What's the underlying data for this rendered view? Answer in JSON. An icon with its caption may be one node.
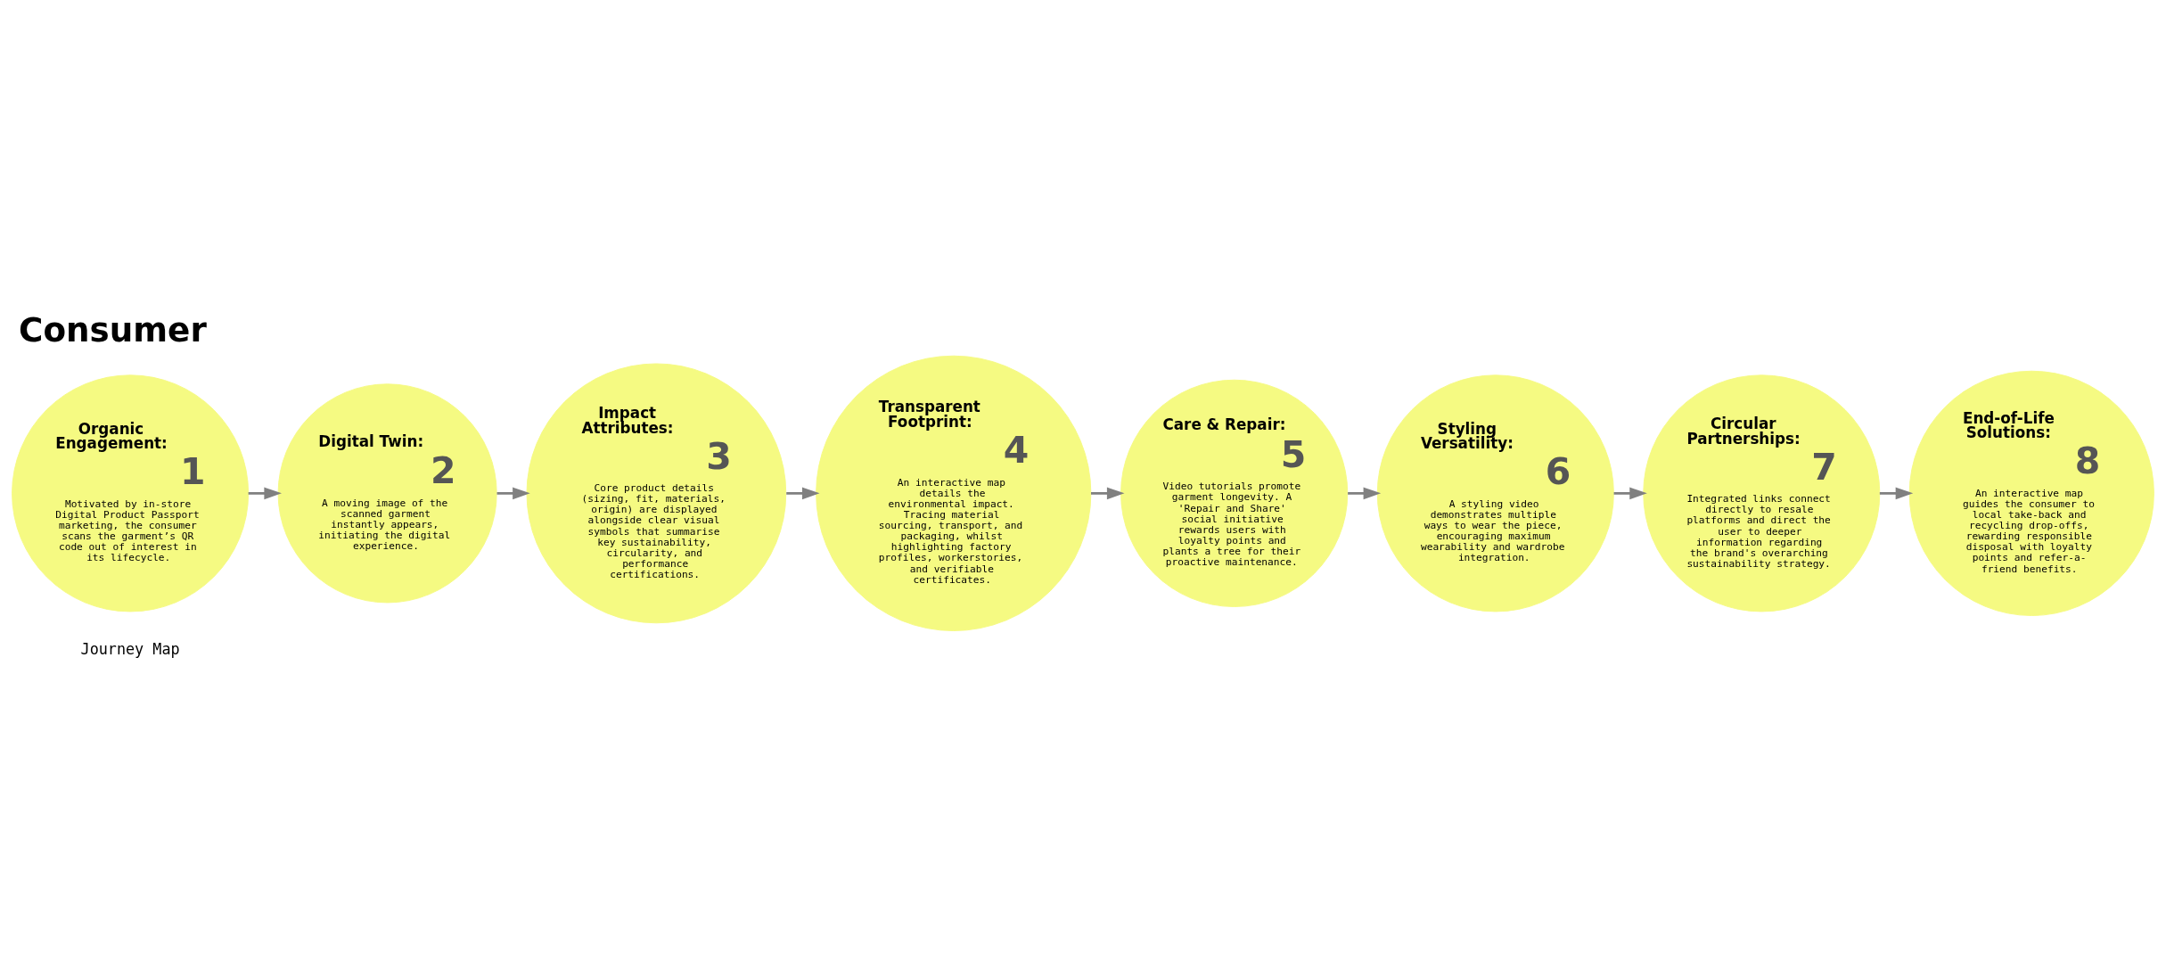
{
  "diagram": {
    "title": "Consumer",
    "nodes": [
      {
        "text": [
          "Organic Engagement:",
          "1",
          "Motivated by in-store Digital Product Passport marketing, the consumer scans the garment’s QR code out of interest in its lifecycle."
        ]
      },
      {
        "text": [
          "Digital Twin:",
          "2",
          "A moving image of the scanned garment instantly appears, initiating the digital experience."
        ]
      },
      {
        "text": [
          "Impact Attributes:",
          "3",
          "Core product details (sizing, fit, materials, origin) are displayed alongside clear visual symbols that summarise key sustainability, circularity, and performance certifications."
        ]
      },
      {
        "text": [
          "Transparent Footprint:",
          "4",
          "An interactive map details the environmental impact. Tracing material sourcing, transport, and packaging, whilst highlighting factory profiles, workerstories, and verifiable certificates."
        ]
      },
      {
        "text": [
          "Care & Repair:",
          "5",
          "Video tutorials promote garment longevity. A 'Repair and Share' social initiative rewards users with loyalty points and plants a tree for their proactive maintenance."
        ]
      },
      {
        "text": [
          "Styling Versatility:",
          "6",
          "A styling video demonstrates multiple ways to wear the piece, encouraging maximum wearability and wardrobe integration."
        ]
      },
      {
        "text": [
          "Circular Partnerships:",
          "7",
          "Integrated links connect directly to resale platforms and direct the user to deeper information regarding the brand's overarching sustainability strategy."
        ]
      },
      {
        "text": [
          "End-of-Life Solutions:",
          "8",
          "An interactive map guides the consumer to local take-back and recycling drop-offs, rewarding responsible disposal with loyalty points and refer-a-friend benefits."
        ]
      }
    ],
    "edges": [
      {
        "from": 0,
        "to": 1,
        "arrow": "to"
      },
      {
        "from": 1,
        "to": 2,
        "arrow": "to"
      },
      {
        "from": 2,
        "to": 3,
        "arrow": "to"
      },
      {
        "from": 3,
        "to": 4,
        "arrow": "to"
      },
      {
        "from": 4,
        "to": 5,
        "arrow": "to"
      },
      {
        "from": 5,
        "to": 6,
        "arrow": "to"
      },
      {
        "from": 6,
        "to": 7,
        "arrow": "to"
      }
    ],
    "labels": [
      "Journey Map"
    ]
  }
}
